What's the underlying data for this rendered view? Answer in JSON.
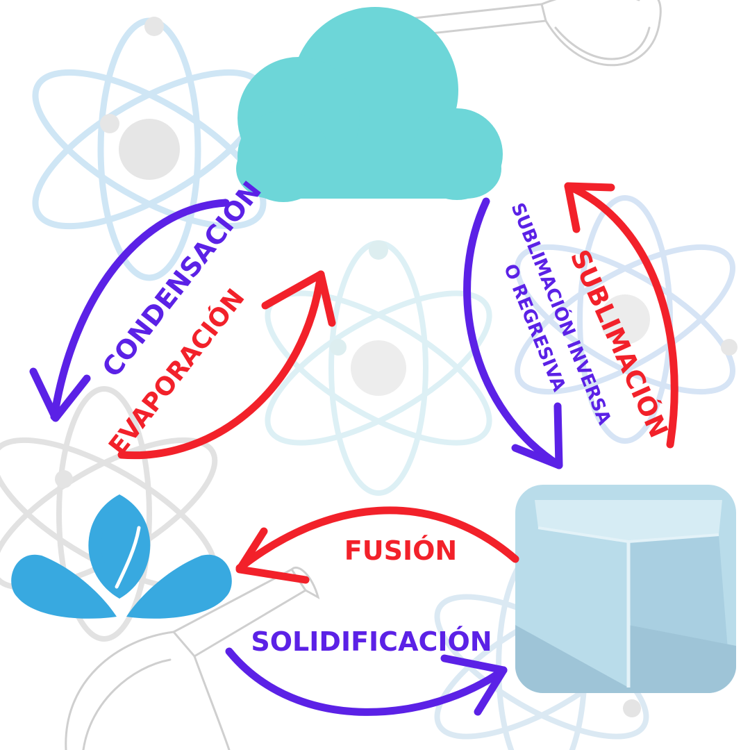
{
  "diagram": {
    "states": {
      "gas": "cloud-icon",
      "liquid": "water-drops-icon",
      "solid": "ice-cube-icon"
    },
    "transitions": {
      "condensation": "CONDENSACIÓN",
      "evaporation": "EVAPORACIÓN",
      "sublimation": "SUBLIMACIÓN",
      "inverse_sublimation_line1": "SUBLIMACIÓN INVERSA",
      "inverse_sublimation_line2": "O REGRESIVA",
      "fusion": "FUSIÓN",
      "solidification": "SOLIDIFICACIÓN"
    },
    "colors": {
      "purple": "#5b21e6",
      "red": "#f2212a",
      "cloud": "#6dd6d8",
      "water": "#38a9e0",
      "ice": "#b9dcea",
      "ice_dark": "#9ec4d7",
      "atom_blue": "#cfe6f5",
      "atom_grey": "#d8d8d8"
    }
  }
}
